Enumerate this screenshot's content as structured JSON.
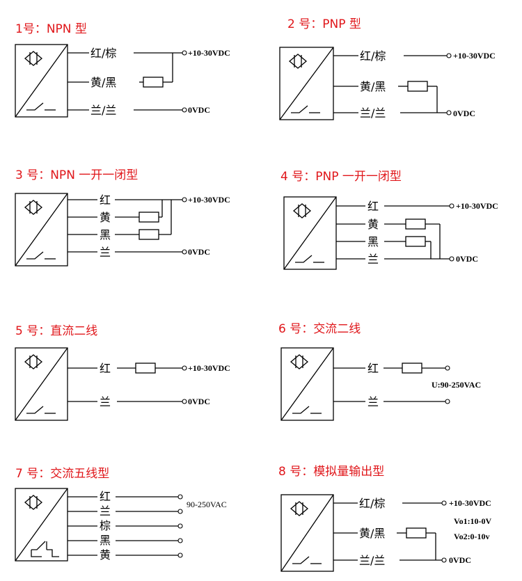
{
  "diagrams": [
    {
      "title": "1号：NPN 型",
      "wires": [
        "红/棕",
        "黄/黑",
        "兰/兰"
      ],
      "voltages": [
        "+10-30VDC",
        "0VDC"
      ]
    },
    {
      "title": "2 号：PNP 型",
      "wires": [
        "红/棕",
        "黄/黑",
        "兰/兰"
      ],
      "voltages": [
        "+10-30VDC",
        "0VDC"
      ]
    },
    {
      "title": "3 号：NPN 一开一闭型",
      "wires": [
        "红",
        "黄",
        "黑",
        "兰"
      ],
      "voltages": [
        "+10-30VDC",
        "0VDC"
      ]
    },
    {
      "title": "4 号：PNP 一开一闭型",
      "wires": [
        "红",
        "黄",
        "黑",
        "兰"
      ],
      "voltages": [
        "+10-30VDC",
        "0VDC"
      ]
    },
    {
      "title": "5 号：直流二线",
      "wires": [
        "红",
        "兰"
      ],
      "voltages": [
        "+10-30VDC",
        "0VDC"
      ]
    },
    {
      "title": "6 号：交流二线",
      "wires": [
        "红",
        "兰"
      ],
      "voltages": [
        "U:90-250VAC"
      ]
    },
    {
      "title": "7 号：交流五线型",
      "wires": [
        "红",
        "兰",
        "棕",
        "黑",
        "黄"
      ],
      "voltages": [
        "90-250VAC"
      ]
    },
    {
      "title": "8 号：模拟量输出型",
      "wires": [
        "红/棕",
        "黄/黑",
        "兰/兰"
      ],
      "voltages": [
        "+10-30VDC",
        "Vo1:10-0V",
        "Vo2:0-10v",
        "0VDC"
      ]
    }
  ]
}
